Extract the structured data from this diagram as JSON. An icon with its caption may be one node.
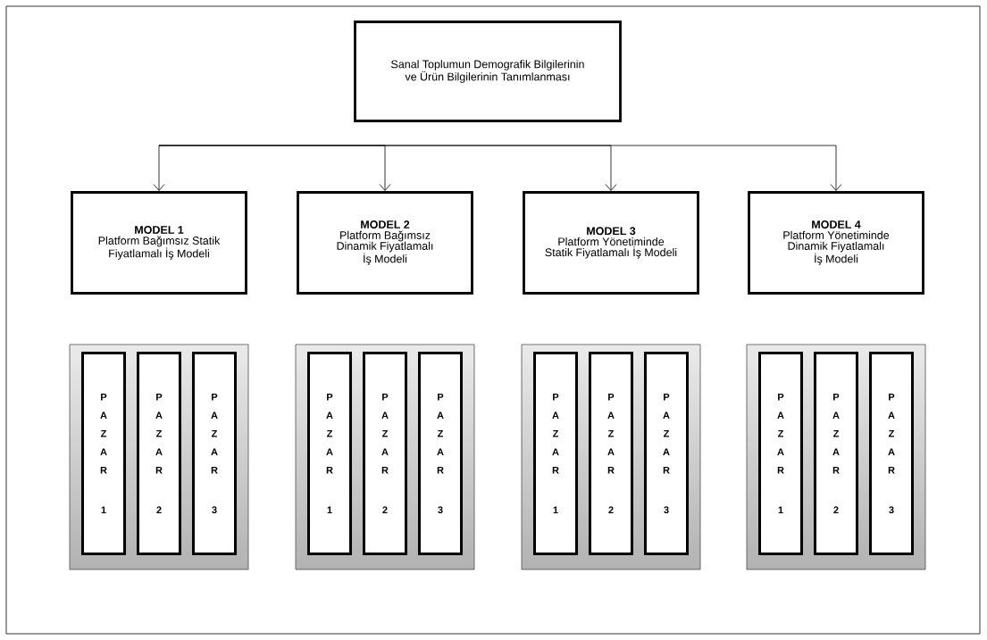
{
  "diagram": {
    "nodes": [
      {
        "text": [
          "Sanal Toplumun Demografik Bilgilerinin ve Ürün Bilgilerinin Tanımlanması"
        ]
      },
      {
        "text": [
          "MODEL 1",
          "Platform Bağımsız Statik Fiyatlamalı İş Modeli"
        ]
      },
      {
        "text": [
          "MODEL 2",
          "Platform Bağımsız Dinamik Fiyatlamalı İş Modeli"
        ]
      },
      {
        "text": [
          "MODEL 3",
          "Platform Yönetiminde Statik Fiyatlamalı İş Modeli"
        ]
      },
      {
        "text": [
          "MODEL 4",
          "Platform Yönetiminde Dinamik Fiyatlamalı İş Modeli"
        ]
      },
      {
        "text": [],
        "shape": "box"
      },
      {
        "text": [
          "P A Z A R",
          "1"
        ],
        "in": 5
      },
      {
        "text": [
          "P A Z A R",
          "2"
        ],
        "in": 5
      },
      {
        "text": [
          "P A Z A R",
          "3"
        ],
        "in": 5
      },
      {
        "text": [],
        "shape": "box"
      },
      {
        "text": [
          "P A Z A R",
          "1"
        ],
        "in": 9
      },
      {
        "text": [
          "P A Z A R",
          "2"
        ],
        "in": 9
      },
      {
        "text": [
          "P A Z A R",
          "3"
        ],
        "in": 9
      },
      {
        "text": [],
        "shape": "box"
      },
      {
        "text": [
          "P A Z A R",
          "1"
        ],
        "in": 13
      },
      {
        "text": [
          "P A Z A R",
          "2"
        ],
        "in": 13
      },
      {
        "text": [
          "P A Z A R",
          "3"
        ],
        "in": 13
      },
      {
        "text": [],
        "shape": "box"
      },
      {
        "text": [
          "P A Z A R",
          "1"
        ],
        "in": 17
      },
      {
        "text": [
          "P A Z A R",
          "2"
        ],
        "in": 17
      },
      {
        "text": [
          "P A Z A R",
          "3"
        ],
        "in": 17
      }
    ],
    "edges": [
      {
        "from": null,
        "to": 1,
        "arrow": "to"
      },
      {
        "from": null,
        "to": 2,
        "arrow": "to"
      },
      {
        "from": null,
        "to": 3,
        "arrow": "to"
      },
      {
        "from": null,
        "to": 4,
        "arrow": "to"
      }
    ]
  }
}
